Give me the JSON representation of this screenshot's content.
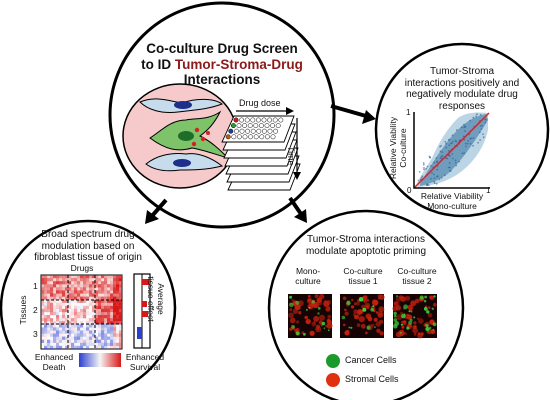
{
  "center": {
    "title_line1": "Co-culture Drug Screen",
    "title_line2_prefix": "to ID ",
    "title_line2_highlight": "Tumor-Stroma-Drug",
    "title_line3": "Interactions",
    "highlight_color": "#8b1a1a",
    "drug_dose_label": "Drug dose",
    "time_label": "Time"
  },
  "top_right": {
    "caption": [
      "Tumor-Stroma",
      "interactions positively and",
      "negatively modulate drug",
      "responses"
    ],
    "y_axis_label": [
      "Relative Viability",
      "Co-culture"
    ],
    "x_axis_label": [
      "Relative Viability",
      "Mono-culture"
    ],
    "tick_zero": "0",
    "tick_one_x": "1",
    "tick_one_y": "1",
    "point_color": "#3f86b5",
    "line_color": "#e02020"
  },
  "bottom_left": {
    "caption": [
      "Broad spectrum drug",
      "modulation based on",
      "fibroblast tissue of origin"
    ],
    "drugs_label": "Drugs",
    "tissues_label": "Tissues",
    "tissue_numbers": [
      "1",
      "2",
      "3"
    ],
    "side_label": [
      "Average",
      "tissue effect"
    ],
    "legend_left": [
      "Enhanced",
      "Death"
    ],
    "legend_right": [
      "Enhanced",
      "Survival"
    ]
  },
  "bottom_right": {
    "caption": [
      "Tumor-Stroma interactions",
      "modulate apoptotic priming"
    ],
    "panels": [
      {
        "label": [
          "Mono-",
          "culture"
        ]
      },
      {
        "label": [
          "Co-culture",
          "tissue 1"
        ]
      },
      {
        "label": [
          "Co-culture",
          "tissue 2"
        ]
      }
    ],
    "legend": [
      {
        "label": "Cancer Cells",
        "color": "#1a9a2a"
      },
      {
        "label": "Stromal Cells",
        "color": "#e03010"
      }
    ]
  }
}
